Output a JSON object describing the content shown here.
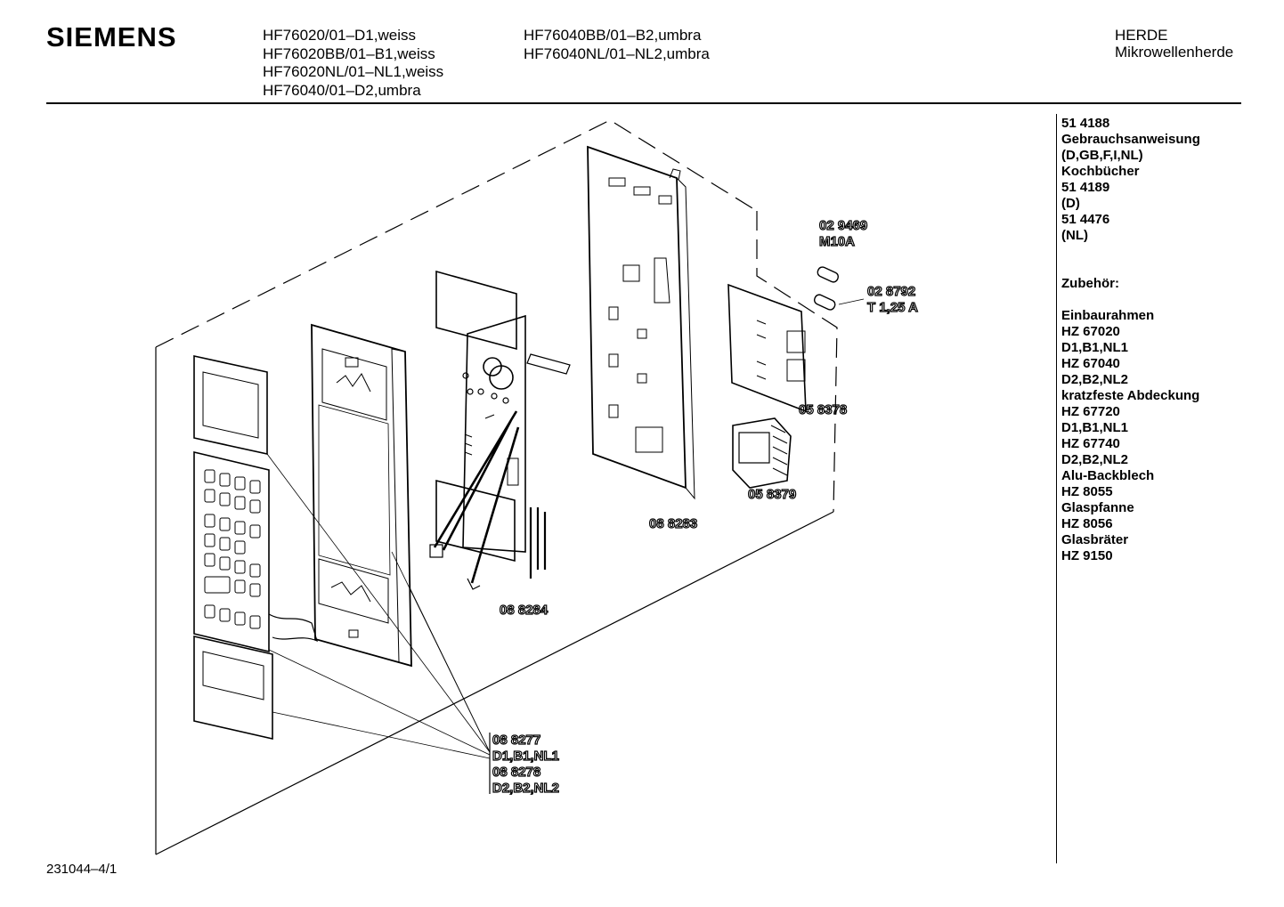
{
  "header": {
    "brand": "SIEMENS",
    "models_col1": [
      "HF76020/01–D1,weiss",
      "HF76020BB/01–B1,weiss",
      "HF76020NL/01–NL1,weiss",
      "HF76040/01–D2,umbra"
    ],
    "models_col2": [
      "HF76040BB/01–B2,umbra",
      "HF76040NL/01–NL2,umbra"
    ],
    "category": "HERDE",
    "subcategory": "Mikrowellenherde"
  },
  "sidebar": {
    "manual": [
      "51 4188",
      "Gebrauchsanweisung",
      "(D,GB,F,I,NL)",
      "Kochbücher",
      "51 4189",
      "(D)",
      "51 4476",
      "(NL)"
    ],
    "accessories_heading": "Zubehör:",
    "accessories": [
      "Einbaurahmen",
      "HZ 67020",
      "D1,B1,NL1",
      "HZ 67040",
      "D2,B2,NL2",
      "kratzfeste Abdeckung",
      "HZ 67720",
      "D1,B1,NL1",
      "HZ 67740",
      "D2,B2,NL2",
      "Alu-Backblech",
      "HZ 8055",
      "Glaspfanne",
      "HZ 8056",
      "Glasbräter",
      "HZ 9150"
    ]
  },
  "parts": {
    "fuse_m10a_no": "02 9469",
    "fuse_m10a_spec": "M10A",
    "fuse_t125_no": "02 8792",
    "fuse_t125_spec": "T 1,25 A",
    "board": "05 8378",
    "transformer": "05 8379",
    "frame": "08 8283",
    "pcb": "08 8284",
    "front_d": "08 8277",
    "front_d_variants": "D1,B1,NL1",
    "front_e": "08 8278",
    "front_e_variants": "D2,B2,NL2"
  },
  "footer": {
    "doc_id": "231044–4/1"
  }
}
